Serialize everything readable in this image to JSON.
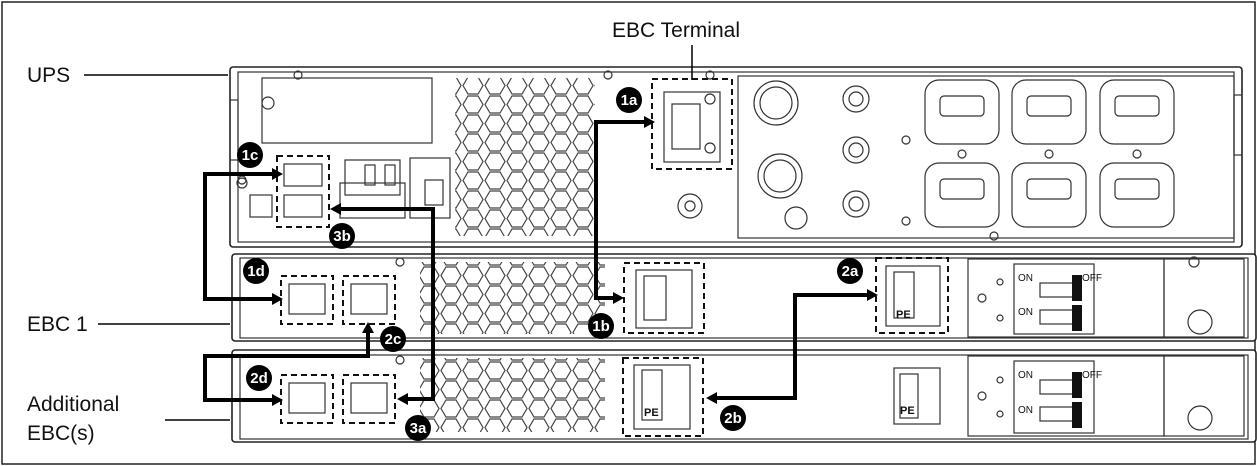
{
  "labels": {
    "ebc_terminal": "EBC Terminal",
    "ups": "UPS",
    "ebc1": "EBC 1",
    "additional_line1": "Additional",
    "additional_line2": "EBC(s)"
  },
  "badges": {
    "b1a": "1a",
    "b1b": "1b",
    "b1c": "1c",
    "b1d": "1d",
    "b2a": "2a",
    "b2b": "2b",
    "b2c": "2c",
    "b2d": "2d",
    "b3a": "3a",
    "b3b": "3b"
  },
  "breaker_labels": {
    "on": "ON",
    "off": "OFF"
  },
  "terminal_labels": {
    "pe": "PE",
    "plus": "+",
    "minus": "-"
  },
  "colors": {
    "line": "#000000",
    "badge": "#000000",
    "unit_fill": "#ffffff"
  }
}
